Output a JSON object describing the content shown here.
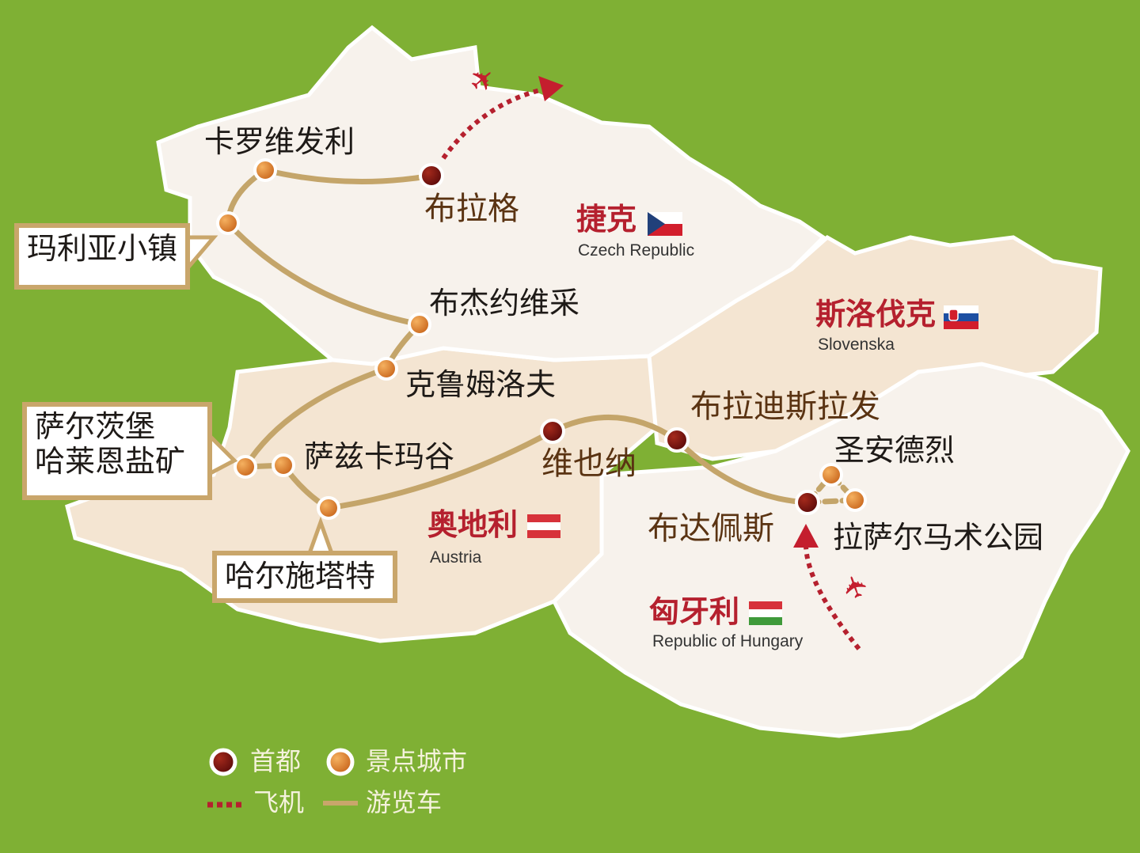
{
  "colors": {
    "background": "#7fb034",
    "czech_land": "#f7f2ec",
    "austria_slovakia_land": "#f4e5d2",
    "hungary_land": "#f7f2ec",
    "route_bus": "#c4a56a",
    "route_flight": "#b5202e",
    "capital_dot": "#7a1212",
    "scenic_dot": "#e08a2e",
    "country_name": "#b5202e",
    "capital_label": "#5a3312"
  },
  "countries": [
    {
      "id": "czech",
      "name_zh": "捷克",
      "name_en": "Czech Republic",
      "flag": "czech-flag"
    },
    {
      "id": "slovakia",
      "name_zh": "斯洛伐克",
      "name_en": "Slovenska",
      "flag": "slovakia-flag"
    },
    {
      "id": "austria",
      "name_zh": "奥地利",
      "name_en": "Austria",
      "flag": "austria-flag"
    },
    {
      "id": "hungary",
      "name_zh": "匈牙利",
      "name_en": "Republic of Hungary",
      "flag": "hungary-flag"
    }
  ],
  "cities": {
    "prague": {
      "name": "布拉格",
      "type": "capital"
    },
    "vienna": {
      "name": "维也纳",
      "type": "capital"
    },
    "bratislava": {
      "name": "布拉迪斯拉发",
      "type": "capital"
    },
    "budapest": {
      "name": "布达佩斯",
      "type": "capital"
    },
    "karlovy_vary": {
      "name": "卡罗维发利",
      "type": "scenic"
    },
    "marianske": {
      "name": "玛利亚小镇",
      "type": "scenic"
    },
    "budejovice": {
      "name": "布杰约维采",
      "type": "scenic"
    },
    "krumlov": {
      "name": "克鲁姆洛夫",
      "type": "scenic"
    },
    "salzburg": {
      "name_line1": "萨尔茨堡",
      "name_line2": "哈莱恩盐矿",
      "type": "scenic"
    },
    "salzkammergut": {
      "name": "萨兹卡玛谷",
      "type": "scenic"
    },
    "hallstatt": {
      "name": "哈尔施塔特",
      "type": "scenic"
    },
    "szentendre": {
      "name": "圣安德烈",
      "type": "scenic"
    },
    "lazar": {
      "name": "拉萨尔马术公园",
      "type": "scenic"
    }
  },
  "legend": {
    "capital": "首都",
    "scenic": "景点城市",
    "flight": "飞机",
    "bus": "游览车"
  }
}
